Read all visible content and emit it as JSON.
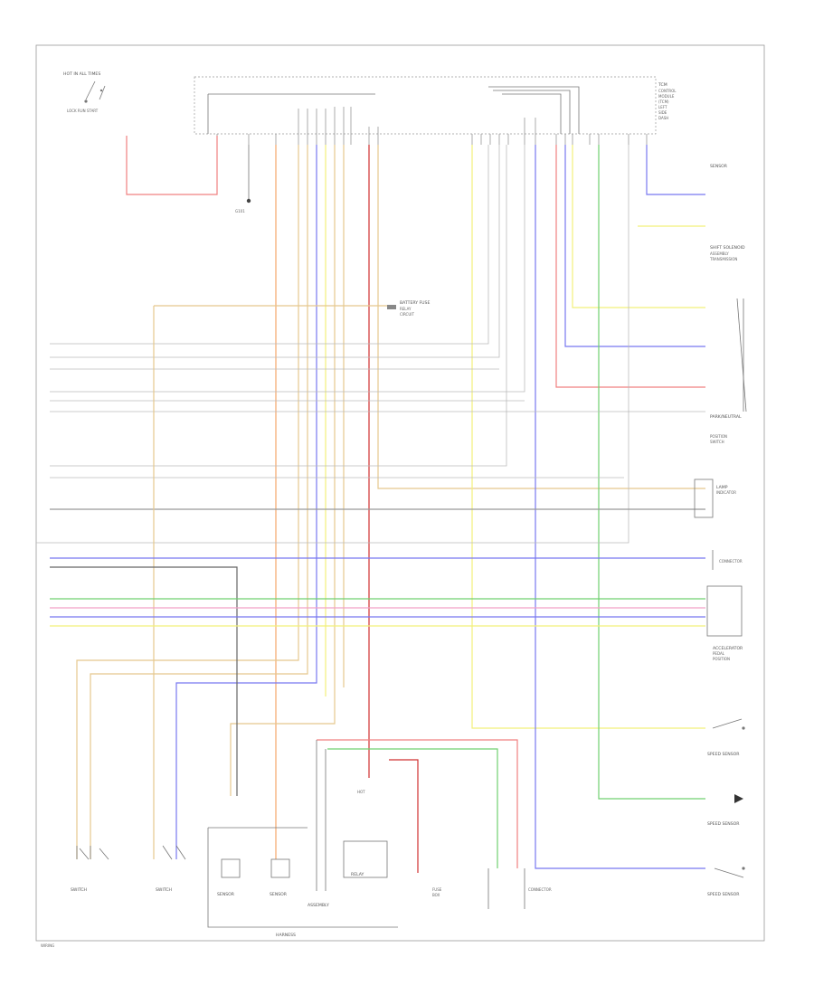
{
  "diagram": {
    "label_colors": {
      "text": "#555555"
    },
    "wire_colors": {
      "red": "#f08080",
      "orange": "#f5a76a",
      "tan": "#e5c88e",
      "blue": "#7878f0",
      "yellow": "#f2f07a",
      "green": "#70d070",
      "pink": "#f2a0c8",
      "gray": "#bdbdbd",
      "dark": "#666666",
      "darkred": "#d03030"
    },
    "components": {
      "ignition_switch": "HOT IN ALL TIMES",
      "ignition_switch_sub": "LOCK  RUN  START",
      "control_module": "TCM",
      "ground_main": "G101",
      "battery_fuse": "BATTERY FUSE",
      "right_switch_group": "SHIFT SOLENOID",
      "right_connector": "PARK/NEUTRAL",
      "lamp": "LAMP",
      "speed_sensor_1": "SPEED SENSOR",
      "speed_sensor_2": "SPEED SENSOR",
      "speed_sensor_3": "SPEED SENSOR",
      "bottom_switch_1": "SWITCH",
      "bottom_switch_2": "SWITCH",
      "bottom_sensor_1": "SENSOR",
      "bottom_sensor_2": "SENSOR",
      "bottom_relay": "RELAY",
      "bottom_assembly": "ASSEMBLY",
      "bottom_harness": "HARNESS",
      "footnote": "WIRING"
    }
  }
}
